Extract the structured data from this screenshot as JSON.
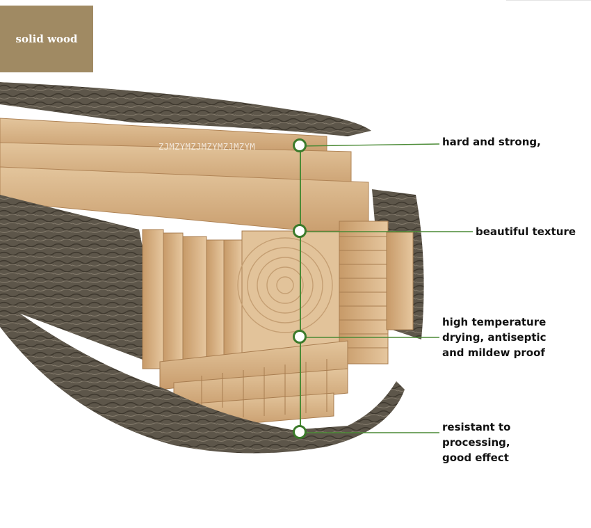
{
  "badge": {
    "text": "solid wood",
    "color": "#a08a63"
  },
  "watermark": "ZJMZYMZJMZYMZJMZYM",
  "callouts": [
    {
      "lines": [
        "hard and strong,"
      ]
    },
    {
      "lines": [
        "beautiful texture"
      ]
    },
    {
      "lines": [
        "high temperature",
        "drying, antiseptic",
        "and mildew proof"
      ]
    },
    {
      "lines": [
        "resistant to",
        "processing,",
        "good effect"
      ]
    }
  ],
  "colors": {
    "accent": "#3b7a2a",
    "bark": "#5c5548",
    "wood": "#d7b68e"
  }
}
